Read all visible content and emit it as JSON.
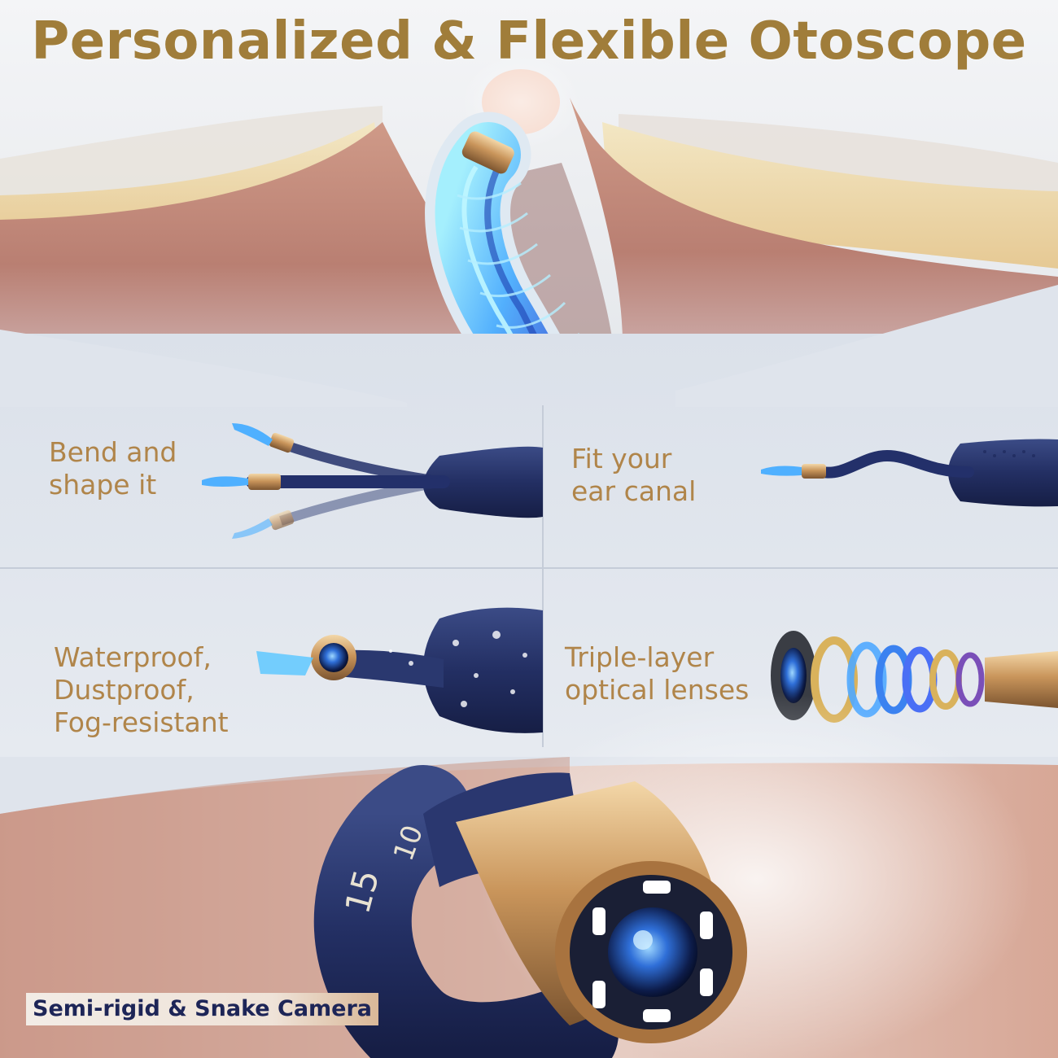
{
  "title": "Personalized & Flexible Otoscope",
  "features": [
    {
      "lines": [
        "Bend and",
        "shape it"
      ]
    },
    {
      "lines": [
        "Fit your",
        "ear canal"
      ]
    },
    {
      "lines": [
        "Waterproof,",
        "Dustproof,",
        "Fog-resistant"
      ]
    },
    {
      "lines": [
        "Triple-layer",
        "optical lenses"
      ]
    }
  ],
  "scale_marks": {
    "ten": "10",
    "fifteen": "15"
  },
  "caption": "Semi-rigid & Snake Camera",
  "colors": {
    "gold_text": "#b0854a",
    "navy": "#1d2557",
    "skin": "#c98f7e",
    "panel_bg": "#dfe4ec",
    "glow_blue": "#4fd3ff"
  }
}
